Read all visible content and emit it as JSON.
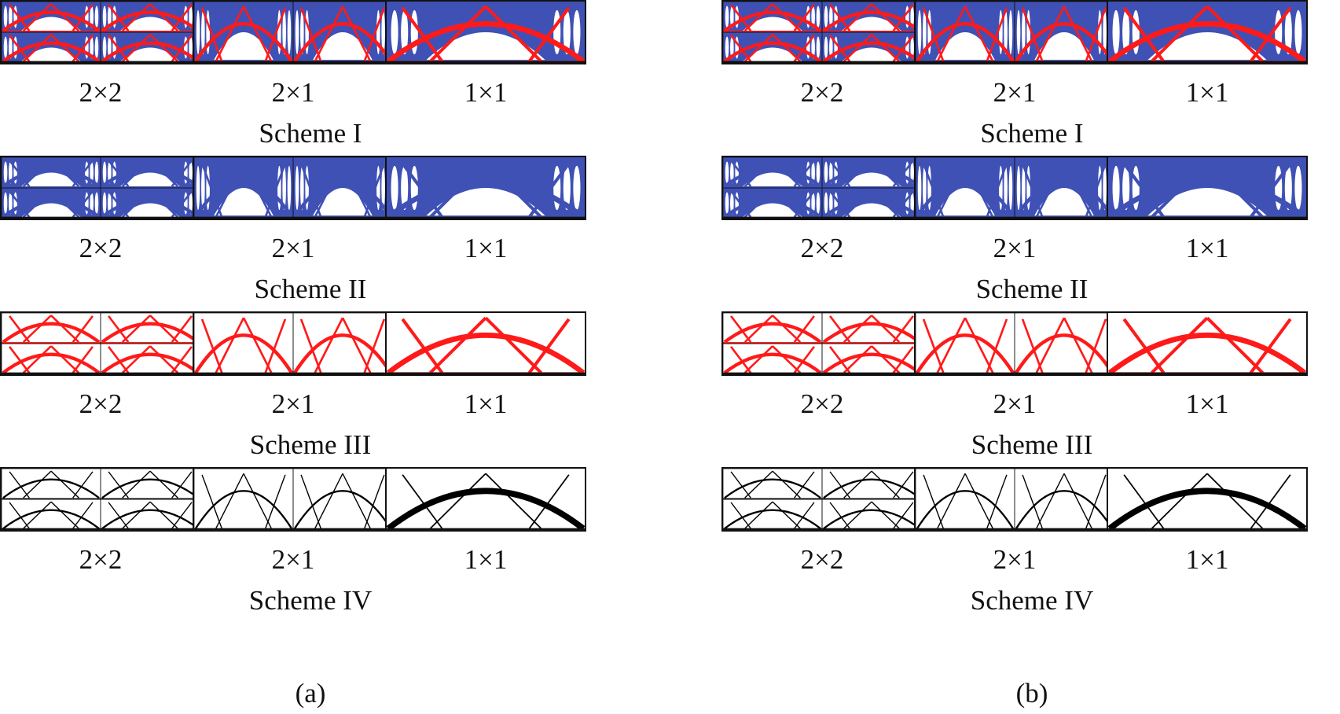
{
  "colors": {
    "scheme_I": [
      "#3f51b5",
      "#ff1a1a"
    ],
    "scheme_II": [
      "#3f51b5"
    ],
    "scheme_III": [
      "#ff1a1a"
    ],
    "scheme_IV": [
      "#000000"
    ]
  },
  "panels": [
    {
      "label": "(a)",
      "schemes": [
        {
          "title": "Scheme I",
          "style": "mixed",
          "sizes": [
            "2×2",
            "2×1",
            "1×1"
          ]
        },
        {
          "title": "Scheme II",
          "style": "blue",
          "sizes": [
            "2×2",
            "2×1",
            "1×1"
          ]
        },
        {
          "title": "Scheme III",
          "style": "red",
          "sizes": [
            "2×2",
            "2×1",
            "1×1"
          ]
        },
        {
          "title": "Scheme IV",
          "style": "black",
          "sizes": [
            "2×2",
            "2×1",
            "1×1"
          ]
        }
      ]
    },
    {
      "label": "(b)",
      "schemes": [
        {
          "title": "Scheme I",
          "style": "mixed",
          "sizes": [
            "2×2",
            "2×1",
            "1×1"
          ]
        },
        {
          "title": "Scheme II",
          "style": "blue",
          "sizes": [
            "2×2",
            "2×1",
            "1×1"
          ]
        },
        {
          "title": "Scheme III",
          "style": "red",
          "sizes": [
            "2×2",
            "2×1",
            "1×1"
          ]
        },
        {
          "title": "Scheme IV",
          "style": "black",
          "sizes": [
            "2×2",
            "2×1",
            "1×1"
          ]
        }
      ]
    }
  ]
}
